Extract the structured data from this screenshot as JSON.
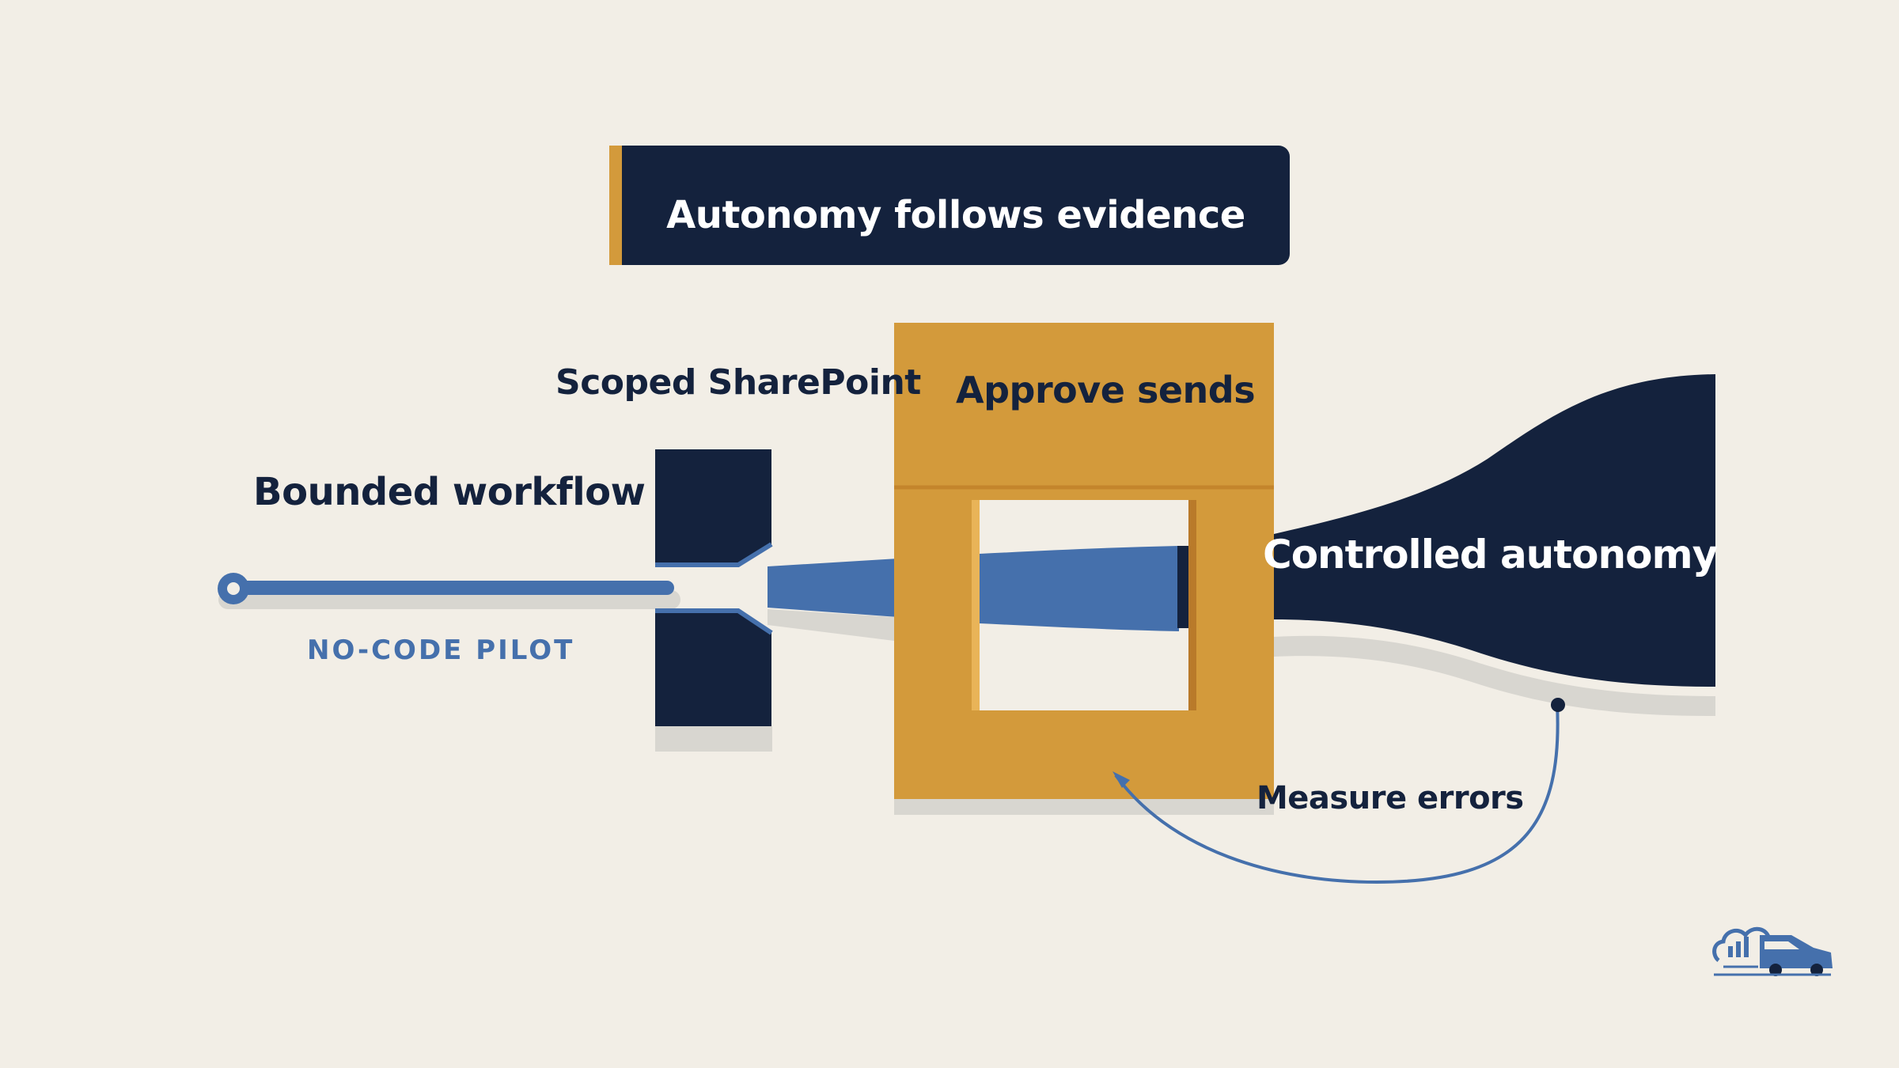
{
  "title": "Autonomy follows evidence",
  "stages": {
    "bounded_workflow": "Bounded workflow",
    "no_code_pilot": "NO-CODE PILOT",
    "scoped_sharepoint": "Scoped SharePoint",
    "approve_sends": "Approve sends",
    "controlled_autonomy": "Controlled autonomy",
    "measure_errors": "Measure errors"
  },
  "colors": {
    "navy": "#14223d",
    "blue": "#4570ac",
    "gold": "#d39a3b",
    "background": "#f2eee6",
    "shadow": "#d8d6d0"
  },
  "logo": "cloud-truck-logo"
}
